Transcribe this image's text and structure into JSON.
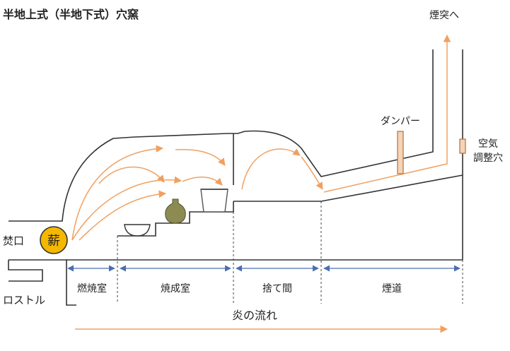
{
  "title": "半地上式（半地下式）穴窯",
  "labels": {
    "chimney": "煙突へ",
    "damper": "ダンパー",
    "air_hole_line1": "空気",
    "air_hole_line2": "調整穴",
    "firing_port": "焚口",
    "firewood": "薪",
    "grate": "ロストル",
    "flow": "炎の流れ"
  },
  "sections": [
    {
      "label": "燃焼室"
    },
    {
      "label": "焼成室"
    },
    {
      "label": "捨て間"
    },
    {
      "label": "煙道"
    }
  ],
  "colors": {
    "kiln_outline": "#333333",
    "flame_arrow": "#f0a060",
    "section_arrow": "#4a6fb0",
    "firewood_fill": "#f5b800",
    "damper_fill": "#f4d4b8",
    "damper_stroke": "#b5703a",
    "pot_fill": "#8b8b52"
  }
}
